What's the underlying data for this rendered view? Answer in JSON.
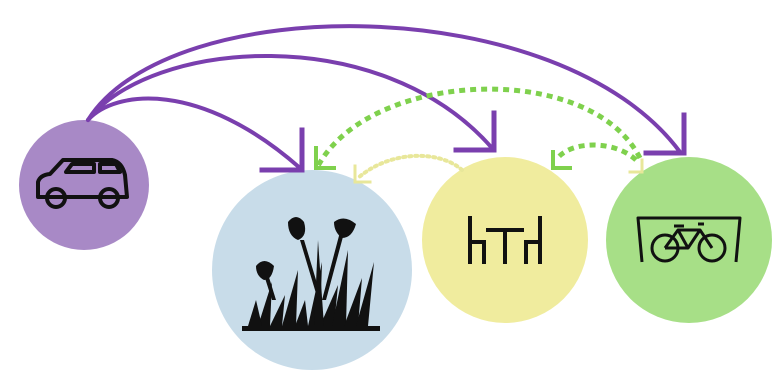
{
  "colors": {
    "background": "#ffffff",
    "car_circle": "#a889c6",
    "green_circle": "#c8dce9",
    "parklet_circle": "#f0ec9e",
    "bike_circle": "#a7df87",
    "purple_arrow": "#7a3fae",
    "green_arrow": "#7fd14d",
    "yellow_arrow": "#e8e79a",
    "icon": "#111111"
  },
  "nodes": [
    {
      "id": "car",
      "icon": "car-icon",
      "fill": "#a889c6"
    },
    {
      "id": "green-space",
      "icon": "flowers-grass-icon",
      "fill": "#c8dce9"
    },
    {
      "id": "parklet",
      "icon": "table-seating-icon",
      "fill": "#f0ec9e"
    },
    {
      "id": "bike-parking",
      "icon": "bike-shelter-icon",
      "fill": "#a7df87"
    }
  ],
  "edges": [
    {
      "from": "car",
      "to": "green-space",
      "style": "solid",
      "color": "#7a3fae"
    },
    {
      "from": "car",
      "to": "parklet",
      "style": "solid",
      "color": "#7a3fae"
    },
    {
      "from": "car",
      "to": "bike-parking",
      "style": "solid",
      "color": "#7a3fae"
    },
    {
      "from": "bike-parking",
      "to": "green-space",
      "style": "dashed",
      "color": "#7fd14d"
    },
    {
      "from": "bike-parking",
      "to": "parklet",
      "style": "dashed",
      "color": "#7fd14d"
    },
    {
      "from": "parklet",
      "to": "green-space",
      "style": "dotted",
      "color": "#e8e79a"
    }
  ]
}
